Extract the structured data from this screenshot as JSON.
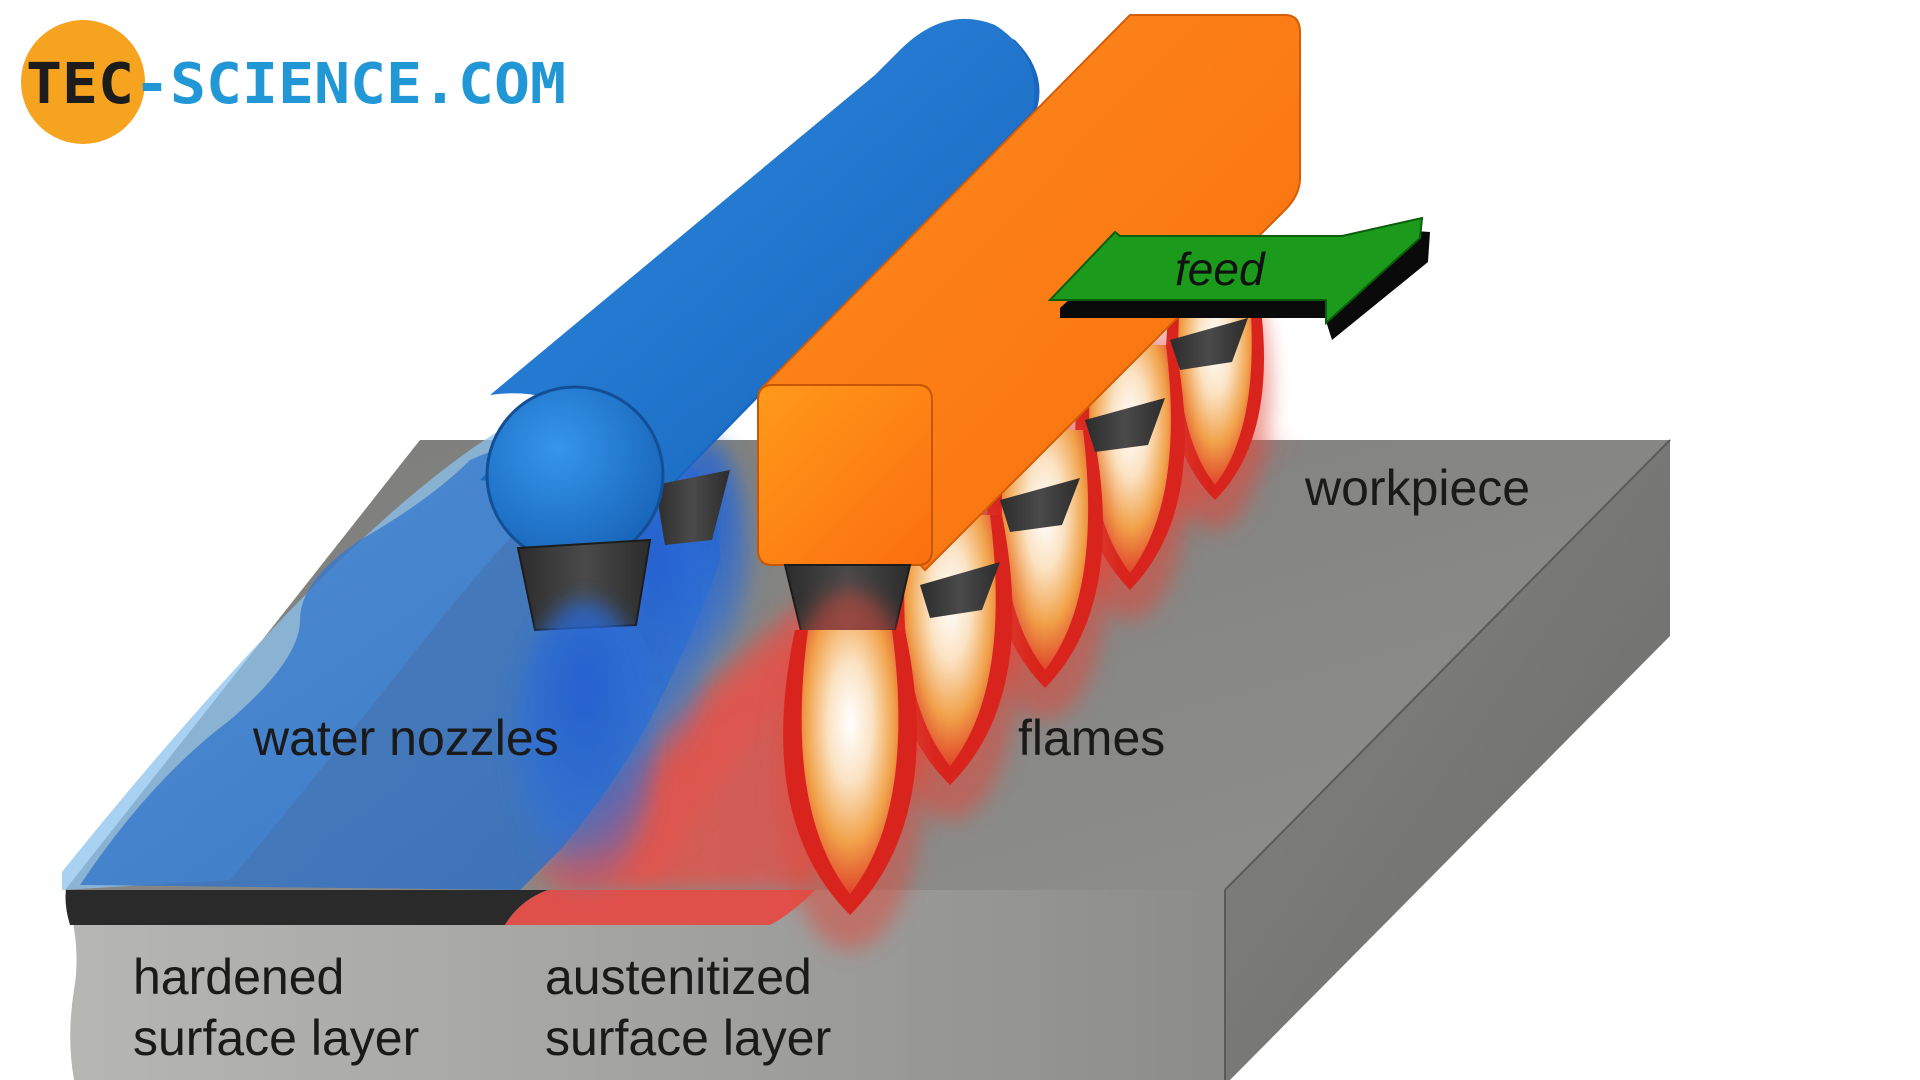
{
  "logo": {
    "part1": "TEC",
    "part2": "-SCIENCE",
    "part3": ".COM",
    "circle_color": "#f6a31f",
    "dark_color": "#1c1c1c",
    "blue_color": "#2197d6"
  },
  "arrow": {
    "label": "feed",
    "color": "#1c9a1c"
  },
  "labels": {
    "workpiece": "workpiece",
    "water_nozzles": "water nozzles",
    "flames": "flames",
    "hardened_line1": "hardened",
    "hardened_line2": "surface layer",
    "austenitized_line1": "austenitized",
    "austenitized_line2": "surface layer"
  },
  "colors": {
    "water": "#1f6fcf",
    "burner": "#fb7a16",
    "workpiece": "#8c8c8a",
    "heated_zone": "#e45a50",
    "nozzle": "#3a3a3a"
  }
}
